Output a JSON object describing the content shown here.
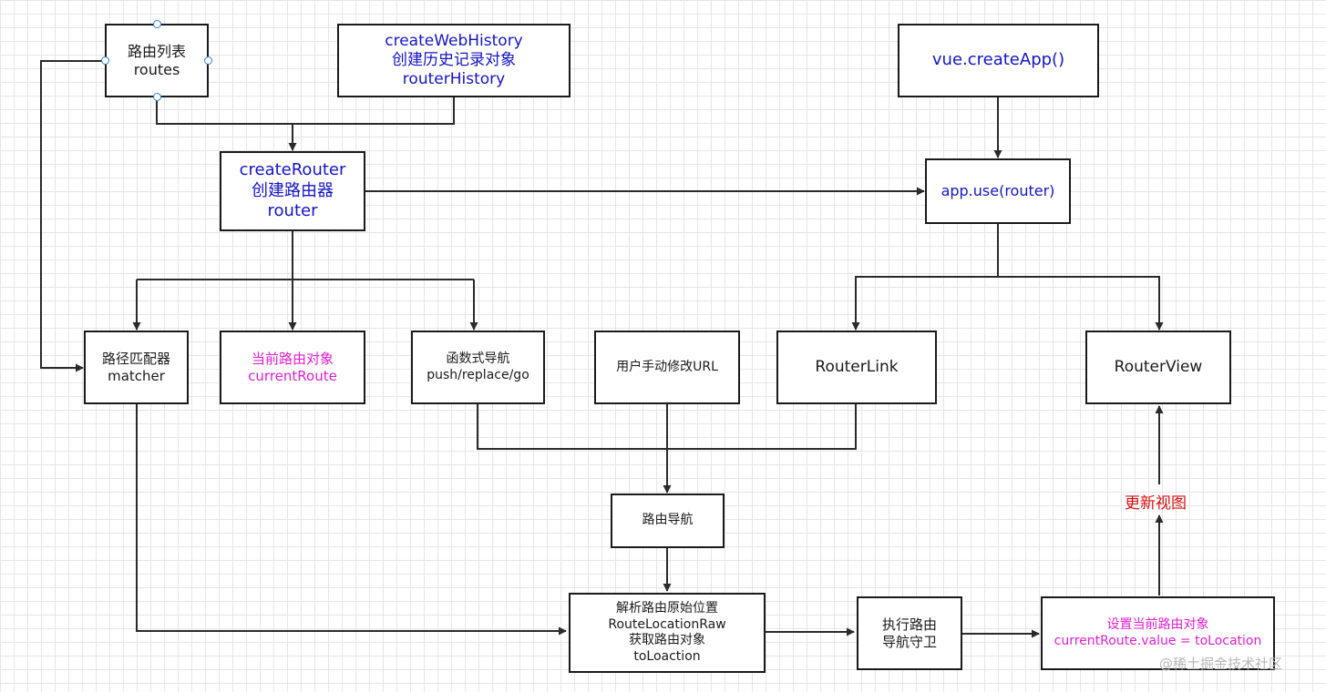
{
  "nodes": {
    "routes": {
      "lines": [
        "路由列表",
        "routes"
      ]
    },
    "web_history": {
      "lines": [
        "createWebHistory",
        "创建历史记录对象",
        "routerHistory"
      ]
    },
    "create_app": {
      "lines": [
        "vue.createApp()"
      ]
    },
    "create_router": {
      "lines": [
        "createRouter",
        "创建路由器",
        "router"
      ]
    },
    "app_use": {
      "lines": [
        "app.use(router)"
      ]
    },
    "matcher": {
      "lines": [
        "路径匹配器",
        "matcher"
      ]
    },
    "current_route": {
      "lines": [
        "当前路由对象",
        "currentRoute"
      ]
    },
    "functional_nav": {
      "lines": [
        "函数式导航",
        "push/replace/go"
      ]
    },
    "manual_url": {
      "lines": [
        "用户手动修改URL"
      ]
    },
    "router_link": {
      "lines": [
        "RouterLink"
      ]
    },
    "router_view": {
      "lines": [
        "RouterView"
      ]
    },
    "route_nav": {
      "lines": [
        "路由导航"
      ]
    },
    "resolve": {
      "lines": [
        "解析路由原始位置",
        "RouteLocationRaw",
        "获取路由对象",
        "toLoaction"
      ]
    },
    "guards": {
      "lines": [
        "执行路由",
        "导航守卫"
      ]
    },
    "set_route": {
      "lines": [
        "设置当前路由对象",
        "currentRoute.value = toLocation"
      ]
    }
  },
  "labels": {
    "update_view": "更新视图"
  },
  "watermark": "@稀土掘金技术社区",
  "colors": {
    "blue_text": "#1414c8",
    "magenta_text": "#e01fd0",
    "red_text": "#d81010",
    "line": "#2a2a2a",
    "border": "#1a1a1a",
    "selection_handle": "#2b7fd1"
  }
}
